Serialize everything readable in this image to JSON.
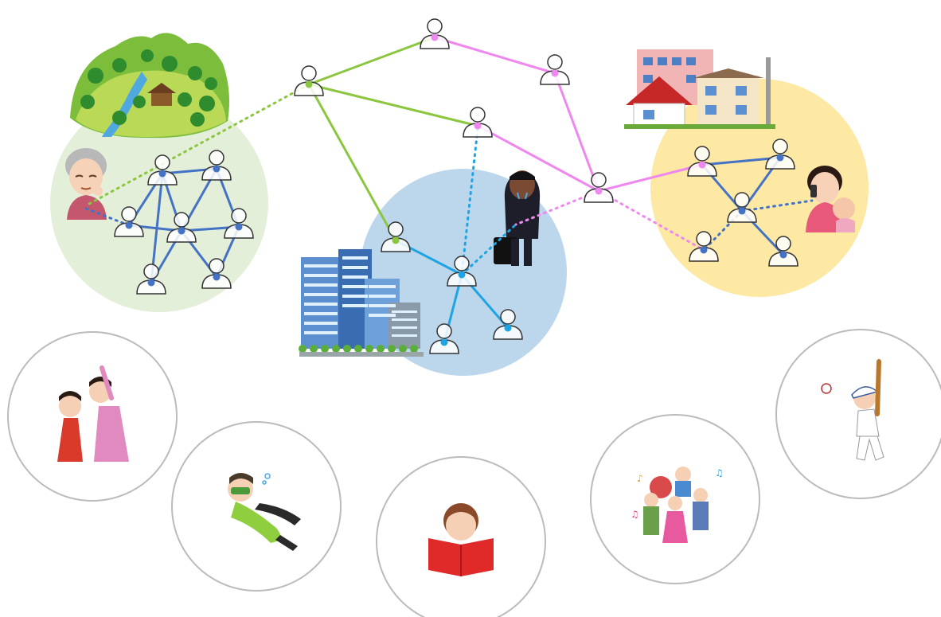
{
  "colors": {
    "rural_bg": "#e4efd9",
    "city_bg": "#bcd6ec",
    "suburb_bg": "#fde9a4",
    "rural_net": "#4472c4",
    "city_net": "#1ea4e2",
    "suburb_net": "#4472c4",
    "bridge_green": "#8cc63f",
    "bridge_pink": "#ee88ee",
    "hobby_circle": "#bbbbbb"
  },
  "regions": [
    {
      "id": "rural",
      "scene": "mountain-village-illustration",
      "person": "elderly-woman-illustration"
    },
    {
      "id": "city",
      "scene": "office-buildings-illustration",
      "person": "sad-student-illustration"
    },
    {
      "id": "suburb",
      "scene": "houses-illustration",
      "person": "mother-with-baby-illustration"
    }
  ],
  "hobbies": [
    {
      "id": "exercise",
      "icon": "exercise-illustration"
    },
    {
      "id": "diving",
      "icon": "scuba-diver-illustration"
    },
    {
      "id": "reading",
      "icon": "reading-girl-illustration"
    },
    {
      "id": "band",
      "icon": "music-band-illustration"
    },
    {
      "id": "baseball",
      "icon": "baseball-batter-illustration"
    }
  ]
}
